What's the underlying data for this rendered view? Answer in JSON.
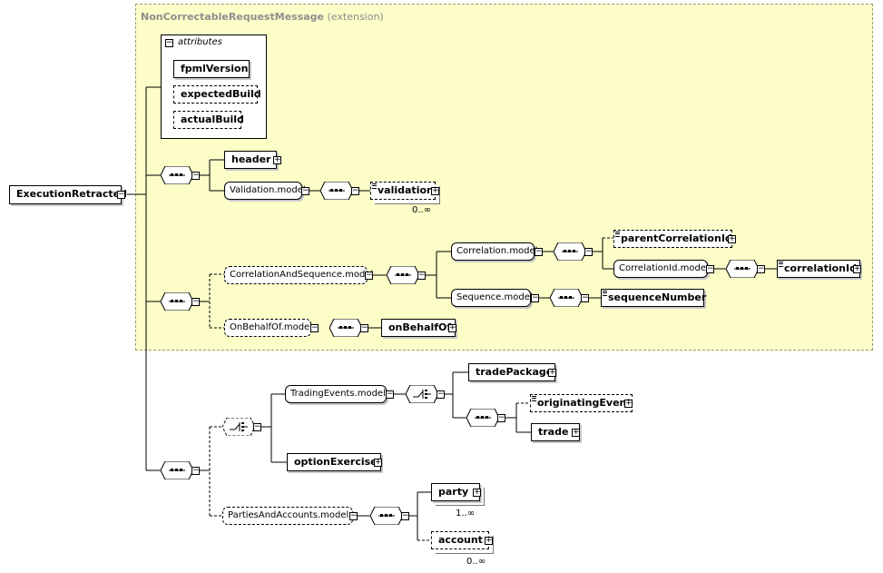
{
  "extension": {
    "type_name": "NonCorrectableRequestMessage",
    "suffix": "(extension)"
  },
  "attributes": {
    "heading": "attributes",
    "items": [
      "fpmlVersion",
      "expectedBuild",
      "actualBuild"
    ]
  },
  "root": {
    "name": "ExecutionRetracted"
  },
  "elements": {
    "header": "header",
    "validation_model": "Validation.model",
    "validation": "validation",
    "validation_occurs": "0..∞",
    "correlation_and_sequence_model": "CorrelationAndSequence.model",
    "correlation_model": "Correlation.model",
    "parent_correlation_id": "parentCorrelationId",
    "correlation_id_model": "CorrelationId.model",
    "correlation_id": "correlationId",
    "sequence_model": "Sequence.model",
    "sequence_number": "sequenceNumber",
    "on_behalf_of_model": "OnBehalfOf.model",
    "on_behalf_of": "onBehalfOf",
    "trading_events_model": "TradingEvents.model",
    "trade_package": "tradePackage",
    "originating_event": "originatingEvent",
    "trade": "trade",
    "option_exercise": "optionExercise",
    "parties_and_accounts_model": "PartiesAndAccounts.model",
    "party": "party",
    "party_occurs": "1..∞",
    "account": "account",
    "account_occurs": "0..∞"
  },
  "colors": {
    "extension_fill": "#fdfdc8",
    "extension_border": "#9c9c6c",
    "shadow": "#c8c8c8"
  },
  "icons": [
    "collapse-icon",
    "expand-icon",
    "sequence-compositor-icon",
    "choice-compositor-icon",
    "documentation-icon"
  ]
}
